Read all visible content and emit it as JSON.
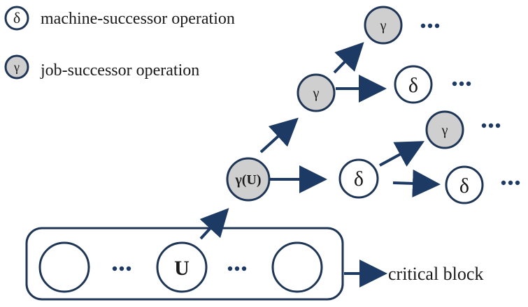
{
  "legend": {
    "delta_symbol": "δ",
    "delta_label": "machine-successor operation",
    "gamma_symbol": "γ",
    "gamma_label": "job-successor operation"
  },
  "block": {
    "center_label": "U",
    "ellipsis": "…",
    "caption": "critical block"
  },
  "nodes": {
    "root": "γ(U)",
    "level1_gamma": "γ",
    "level1_delta": "δ",
    "level2_gamma_top": "γ",
    "level2_delta_top": "δ",
    "level2_gamma_mid": "γ",
    "level2_delta_mid": "δ"
  },
  "colors": {
    "arrow": "#1c3a63",
    "node_stroke": "#1f3556",
    "gray_fill": "#cfcfcf"
  },
  "icons": [
    "arrow-icon",
    "ellipsis-icon"
  ]
}
